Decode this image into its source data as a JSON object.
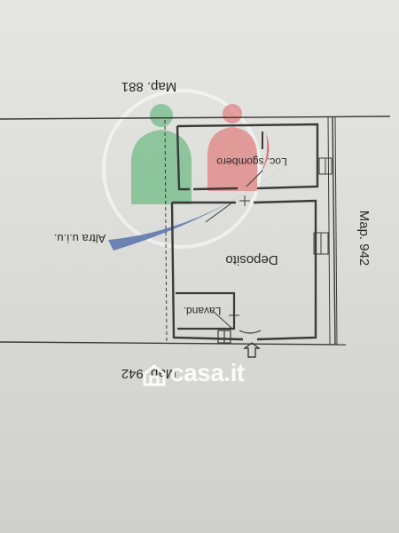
{
  "labels": {
    "map_top": "Map. 881",
    "map_right": "Map. 942",
    "map_bottom": "Map. 942",
    "room_loc": "Loc. sgombero",
    "room_deposito": "Deposito",
    "room_lavand": "Lavand.",
    "altra": "Altra u.i.u."
  },
  "watermark": {
    "text": "casa.it",
    "icon": "house-icon"
  },
  "colors": {
    "line": "#3a3a3a",
    "figure_green": "#4caf6a",
    "figure_red": "#e05a5a",
    "swoosh_blue": "#2d4f9e",
    "swoosh_red": "#d94b4b"
  }
}
